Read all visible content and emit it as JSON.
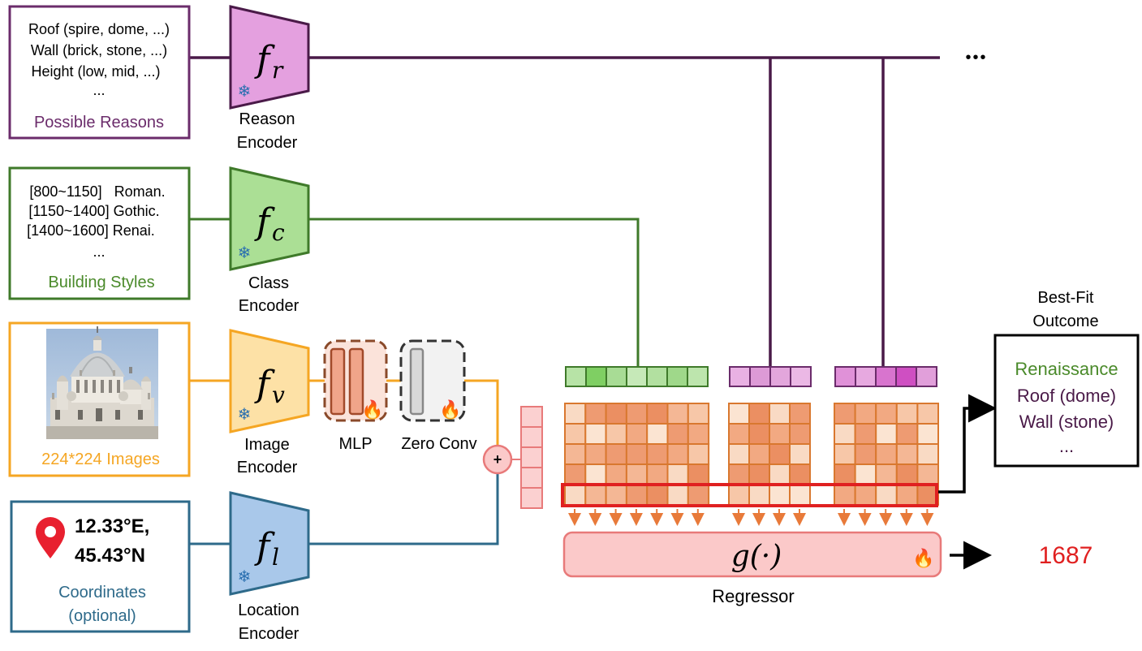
{
  "inputs": {
    "reasons": {
      "lines": [
        "Roof (spire, dome, ...)",
        "Wall (brick, stone, ...)",
        "Height (low, mid, ...)",
        "..."
      ],
      "caption": "Possible Reasons"
    },
    "styles": {
      "lines": [
        "[800~1150]   Roman.",
        "[1150~1400] Gothic.",
        "[1400~1600] Renai.",
        "..."
      ],
      "caption": "Building Styles"
    },
    "image": {
      "caption": "224*224 Images"
    },
    "coordinates": {
      "lon": "12.33°E,",
      "lat": "45.43°N",
      "caption_line1": "Coordinates",
      "caption_line2": "(optional)"
    }
  },
  "encoders": {
    "reason": {
      "symbol": "f",
      "sub": "r",
      "label_line1": "Reason",
      "label_line2": "Encoder"
    },
    "class": {
      "symbol": "f",
      "sub": "c",
      "label_line1": "Class",
      "label_line2": "Encoder"
    },
    "image": {
      "symbol": "f",
      "sub": "v",
      "label_line1": "Image",
      "label_line2": "Encoder"
    },
    "location": {
      "symbol": "f",
      "sub": "l",
      "label_line1": "Location",
      "label_line2": "Encoder"
    }
  },
  "modules": {
    "mlp": "MLP",
    "zero_conv": "Zero Conv",
    "plus": "+",
    "ellipsis": "•••"
  },
  "regressor": {
    "expr": "g(·)",
    "label": "Regressor"
  },
  "outcome": {
    "title_line1": "Best-Fit",
    "title_line2": "Outcome",
    "items": [
      "Renaissance",
      "Roof (dome)",
      "Wall (stone)",
      "..."
    ],
    "year": "1687"
  },
  "colors": {
    "purple": "#6b2c6b",
    "dark_purple": "#4a1a48",
    "green": "#4a8a2a",
    "orange": "#f5a623",
    "blue": "#2e6a8a",
    "red": "#e02020",
    "salmon": "#e87a5a",
    "pink_bg": "#fbc9c9"
  }
}
